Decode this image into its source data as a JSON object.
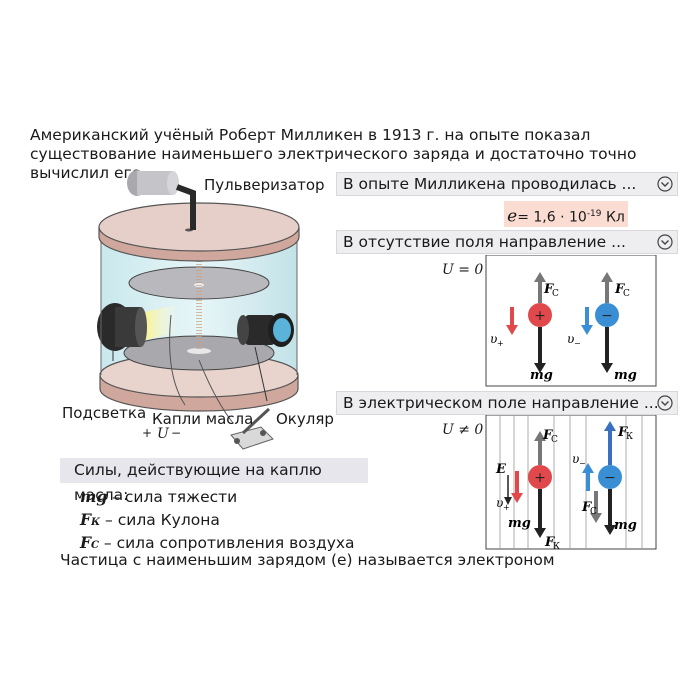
{
  "intro": "Американский учёный Роберт Милликен в 1913 г. на опыте показал существование наименьшего электрического заряда и достаточно точно вычислил его",
  "apparatus": {
    "sprayer_label": "Пульверизатор",
    "light_label": "Подсветка",
    "drops_label": "Капли масла",
    "eyepiece_label": "Окуляр",
    "voltage_plus": "+",
    "voltage_U": "U",
    "voltage_minus": "−"
  },
  "dropdowns": {
    "d1": "В опыте Милликена проводилась ...",
    "d2": "В отсутствие поля направление ...",
    "d3": "В электрическом поле направление ..."
  },
  "charge": {
    "symbol": "e",
    "value": "= 1,6 · 10",
    "exp": "-19",
    "unit": " Кл"
  },
  "panel1": {
    "condition": "U = 0",
    "fc": "F",
    "fc_sub": "C",
    "mg": "mg",
    "vplus": "υ",
    "vplus_sub": "+",
    "vminus": "υ",
    "vminus_sub": "−",
    "plus": "+",
    "minus": "−"
  },
  "panel2": {
    "condition": "U ≠ 0",
    "E": "E",
    "fc": "F",
    "fc_sub": "C",
    "fk": "F",
    "fk_sub": "К",
    "mg": "mg",
    "vplus": "υ",
    "vplus_sub": "+",
    "vminus": "υ",
    "vminus_sub": "−",
    "plus": "+",
    "minus": "−"
  },
  "forces": {
    "header": "Силы, действующие на каплю масла:",
    "items": [
      {
        "sym": "mg",
        "sub": "",
        "text": " – сила тяжести"
      },
      {
        "sym": "F",
        "sub": "К",
        "text": " – сила Кулона"
      },
      {
        "sym": "F",
        "sub": "С",
        "text": " – сила сопротивления воздуха"
      }
    ]
  },
  "closing": "Частица с наименьшим зарядом (e) называется электроном",
  "colors": {
    "plus_drop": "#e0484b",
    "minus_drop": "#3a8fd4",
    "dropdown_bg": "#eeeef0",
    "charge_bg": "#fadcd2",
    "header_bg": "#e6e6ec"
  }
}
